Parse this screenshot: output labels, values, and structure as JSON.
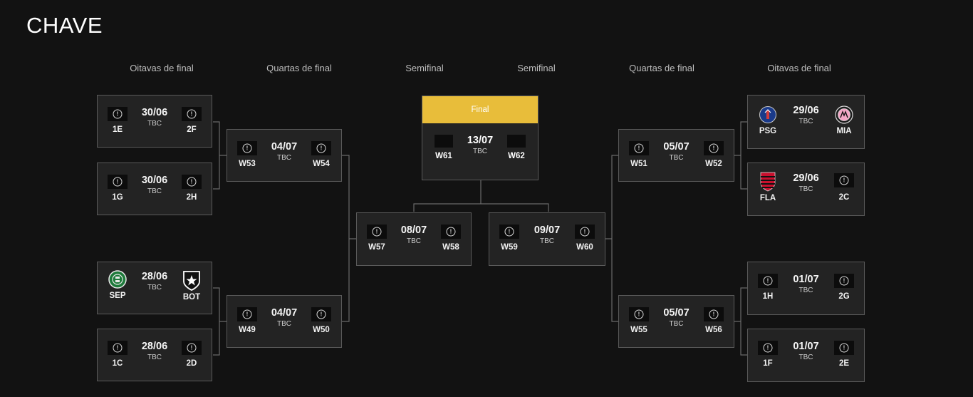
{
  "page_title": "CHAVE",
  "rounds": {
    "left_r16": "Oitavas de final",
    "left_qf": "Quartas de final",
    "left_sf": "Semifinal",
    "right_sf": "Semifinal",
    "right_qf": "Quartas de final",
    "right_r16": "Oitavas de final"
  },
  "matches": {
    "m1": {
      "date": "30/06",
      "time": "TBC",
      "home": "1E",
      "away": "2F"
    },
    "m2": {
      "date": "30/06",
      "time": "TBC",
      "home": "1G",
      "away": "2H"
    },
    "m3": {
      "date": "28/06",
      "time": "TBC",
      "home": "SEP",
      "away": "BOT"
    },
    "m4": {
      "date": "28/06",
      "time": "TBC",
      "home": "1C",
      "away": "2D"
    },
    "qf1": {
      "date": "04/07",
      "time": "TBC",
      "home": "W53",
      "away": "W54"
    },
    "qf2": {
      "date": "04/07",
      "time": "TBC",
      "home": "W49",
      "away": "W50"
    },
    "sf1": {
      "date": "08/07",
      "time": "TBC",
      "home": "W57",
      "away": "W58"
    },
    "final": {
      "banner": "Final",
      "date": "13/07",
      "time": "TBC",
      "home": "W61",
      "away": "W62"
    },
    "sf2": {
      "date": "09/07",
      "time": "TBC",
      "home": "W59",
      "away": "W60"
    },
    "qf3": {
      "date": "05/07",
      "time": "TBC",
      "home": "W51",
      "away": "W52"
    },
    "qf4": {
      "date": "05/07",
      "time": "TBC",
      "home": "W55",
      "away": "W56"
    },
    "m5": {
      "date": "29/06",
      "time": "TBC",
      "home": "PSG",
      "away": "MIA"
    },
    "m6": {
      "date": "29/06",
      "time": "TBC",
      "home": "FLA",
      "away": "2C"
    },
    "m7": {
      "date": "01/07",
      "time": "TBC",
      "home": "1H",
      "away": "2G"
    },
    "m8": {
      "date": "01/07",
      "time": "TBC",
      "home": "1F",
      "away": "2E"
    }
  },
  "colors": {
    "final_banner": "#e8bd3a",
    "background": "#121212",
    "card": "#232323"
  }
}
